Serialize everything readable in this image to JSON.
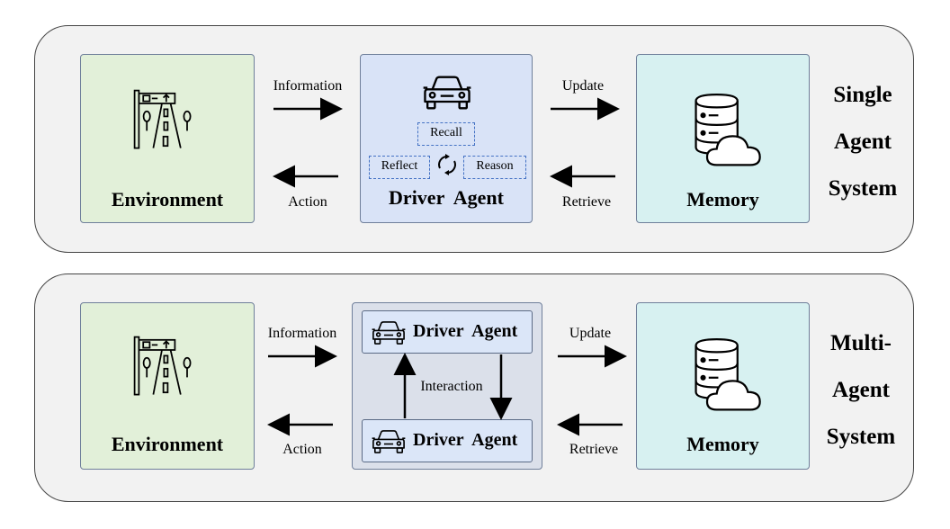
{
  "single": {
    "environment": "Environment",
    "information": "Information",
    "action": "Action",
    "agent": "Driver  Agent",
    "recall": "Recall",
    "reflect": "Reflect",
    "reason": "Reason",
    "update": "Update",
    "retrieve": "Retrieve",
    "memory": "Memory",
    "title_lines": [
      "Single",
      "Agent",
      "System"
    ]
  },
  "multi": {
    "environment": "Environment",
    "information": "Information",
    "action": "Action",
    "agent_top": "Driver  Agent",
    "agent_bottom": "Driver  Agent",
    "interaction": "Interaction",
    "update": "Update",
    "retrieve": "Retrieve",
    "memory": "Memory",
    "title_lines": [
      "Multi-",
      "Agent",
      "System"
    ]
  },
  "icons": [
    "road-sign-icon",
    "car-icon",
    "cycle-icon",
    "database-cloud-icon"
  ]
}
